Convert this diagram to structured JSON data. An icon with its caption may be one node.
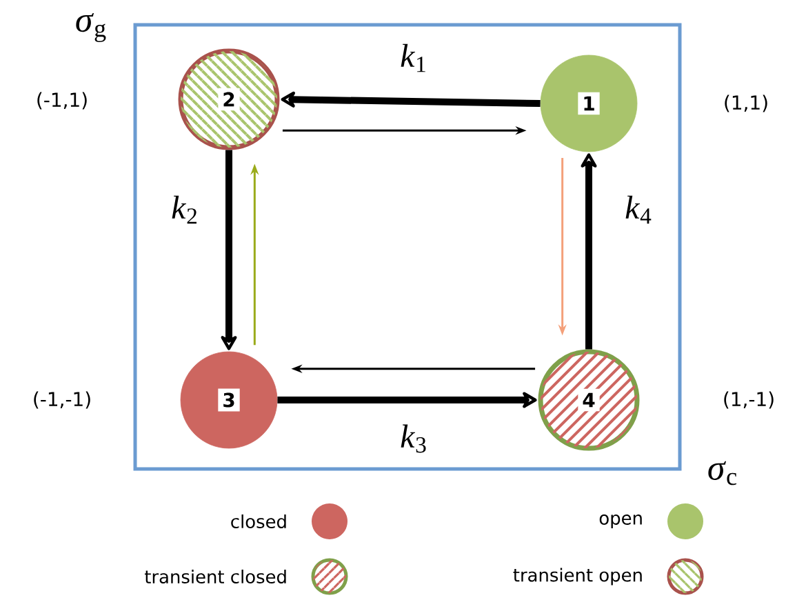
{
  "diagram": {
    "nodes": [
      {
        "text": [
          "1"
        ]
      },
      {
        "text": [
          "2"
        ]
      },
      {
        "text": [
          "3"
        ]
      },
      {
        "text": [
          "4"
        ]
      }
    ],
    "edges": [
      {
        "from": 0,
        "to": 1,
        "arrow": "to",
        "style": "thick",
        "label": "*k*$_{1}$"
      },
      {
        "from": 1,
        "to": 0,
        "arrow": "to"
      },
      {
        "from": 2,
        "to": 1,
        "arrow": "to",
        "color": "#9aab1a"
      },
      {
        "from": 0,
        "to": 3,
        "arrow": "to",
        "color": "#f4a07a"
      },
      {
        "from": 3,
        "to": 2,
        "arrow": "to"
      },
      {
        "from": 1,
        "to": 2,
        "arrow": "to",
        "style": "thick",
        "label": "*k*$_{2}$"
      },
      {
        "from": 2,
        "to": 3,
        "arrow": "to",
        "style": "thick",
        "label": "*k*$_{3}$"
      },
      {
        "from": 3,
        "to": 0,
        "arrow": "to",
        "style": "thick",
        "label": "*k*$_{4}$"
      }
    ],
    "labels": [
      "*σ*$_{g}$",
      "(-1,1)",
      "(1,1)",
      "(-1,-1)",
      "(1,-1)",
      "*σ*$_{c}$"
    ],
    "legend": [
      {
        "text": "closed",
        "color": "#cd6660"
      },
      {
        "text": "open",
        "color": "#a9c46c"
      },
      {
        "text": "transient closed"
      },
      {
        "text": "transient open"
      }
    ]
  }
}
